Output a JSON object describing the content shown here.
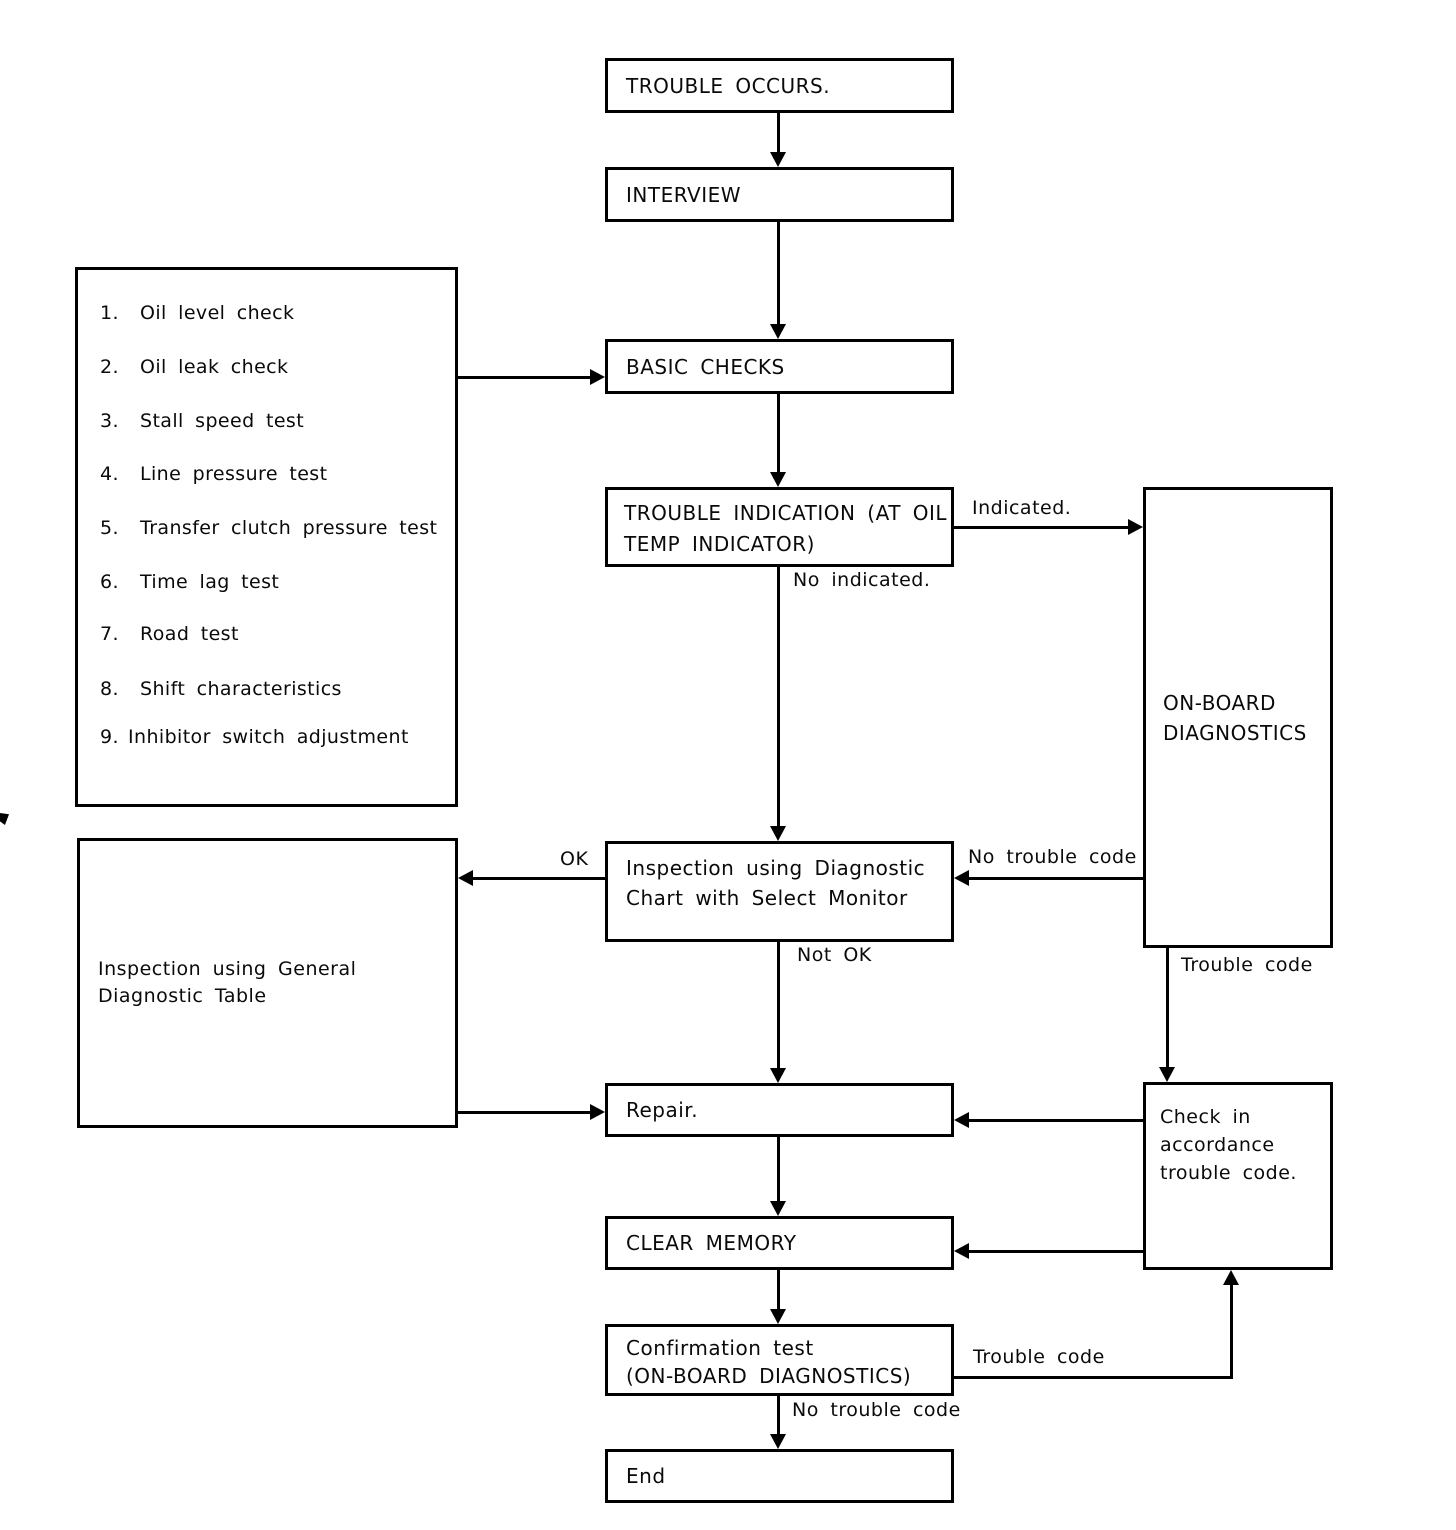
{
  "page": {
    "background": "#ffffff",
    "ink": "#000000"
  },
  "diagram": {
    "nodes": {
      "trouble_occurs": {
        "label": "TROUBLE OCCURS."
      },
      "interview": {
        "label": "INTERVIEW"
      },
      "basic_checks": {
        "label": "BASIC CHECKS"
      },
      "trouble_indication": {
        "line1": "TROUBLE INDICATION (AT OIL",
        "line2": "TEMP INDICATOR)"
      },
      "inspection_select_monitor": {
        "line1": "Inspection using Diagnostic",
        "line2": "Chart with Select Monitor"
      },
      "repair": {
        "label": "Repair."
      },
      "clear_memory": {
        "label": "CLEAR MEMORY"
      },
      "confirmation_test": {
        "line1": "Confirmation test",
        "line2": "(ON-BOARD DIAGNOSTICS)"
      },
      "end": {
        "label": "End"
      },
      "general_diagnostic_table": {
        "line1": "Inspection using General",
        "line2": "Diagnostic Table"
      },
      "on_board_diagnostics": {
        "line1": "ON-BOARD",
        "line2": "DIAGNOSTICS"
      },
      "check_in_accordance": {
        "line1": "Check in",
        "line2": "accordance",
        "line3": "trouble code."
      }
    },
    "checklist": {
      "items": [
        {
          "num": "1.",
          "text": "Oil level check"
        },
        {
          "num": "2.",
          "text": "Oil leak check"
        },
        {
          "num": "3.",
          "text": "Stall speed test"
        },
        {
          "num": "4.",
          "text": "Line pressure test"
        },
        {
          "num": "5.",
          "text": "Transfer clutch pressure test"
        },
        {
          "num": "6.",
          "text": "Time lag test"
        },
        {
          "num": "7.",
          "text": "Road test"
        },
        {
          "num": "8.",
          "text": "Shift characteristics"
        },
        {
          "num": "9.",
          "text": "Inhibitor switch adjustment"
        }
      ]
    },
    "edge_labels": {
      "indicated": "Indicated.",
      "no_indicated": "No indicated.",
      "ok": "OK",
      "not_ok": "Not OK",
      "no_trouble_code_upper": "No trouble code",
      "trouble_code_right": "Trouble code",
      "trouble_code_lower": "Trouble code",
      "no_trouble_code_lower": "No trouble code"
    }
  }
}
